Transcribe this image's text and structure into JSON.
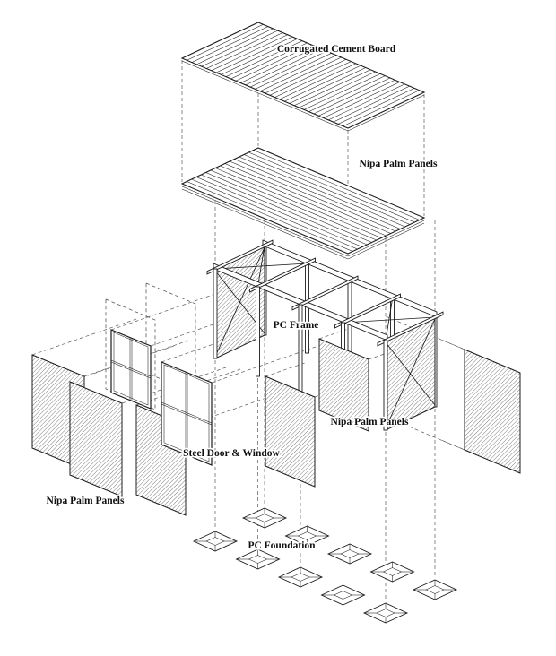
{
  "colors": {
    "background": "#ffffff",
    "ink": "#1c1c1c"
  },
  "labels": {
    "corrugated": "Corrugated Cement Board",
    "nipa_roof": "Nipa Palm Panels",
    "pc_frame": "PC Frame",
    "nipa_side": "Nipa Palm Panels",
    "steel_door": "Steel Door & Window",
    "nipa_left": "Nipa Palm Panels",
    "foundation": "PC Foundation"
  }
}
